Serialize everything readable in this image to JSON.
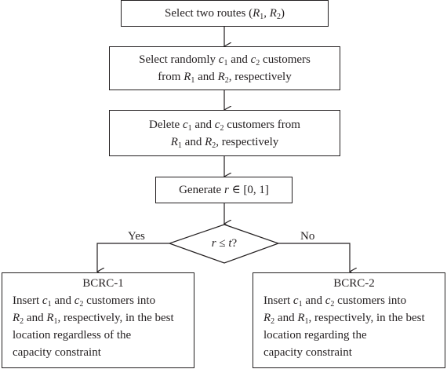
{
  "nodes": {
    "select_routes": {
      "text": "Select two routes (R1, R2)"
    },
    "select_customers": {
      "line1": "Select randomly c1 and c2 customers",
      "line2": "from R1 and R2, respectively"
    },
    "delete_customers": {
      "line1": "Delete c1 and c2 customers from",
      "line2": "R1 and R2, respectively"
    },
    "generate_r": {
      "text": "Generate r ∈ [0, 1]"
    },
    "decision": {
      "text": "r ≤ t?",
      "yes_label": "Yes",
      "no_label": "No"
    },
    "bcrc1": {
      "title": "BCRC-1",
      "lines": [
        "Insert c1 and c2 customers into",
        "R2 and R1, respectively, in the best",
        "location regardless of the",
        "capacity constraint"
      ]
    },
    "bcrc2": {
      "title": "BCRC-2",
      "lines": [
        "Insert c1 and c2 customers into",
        "R2 and R1, respectively, in the best",
        "location regarding the",
        "capacity constraint"
      ]
    }
  },
  "colors": {
    "stroke": "#231f20",
    "background": "#ffffff"
  }
}
